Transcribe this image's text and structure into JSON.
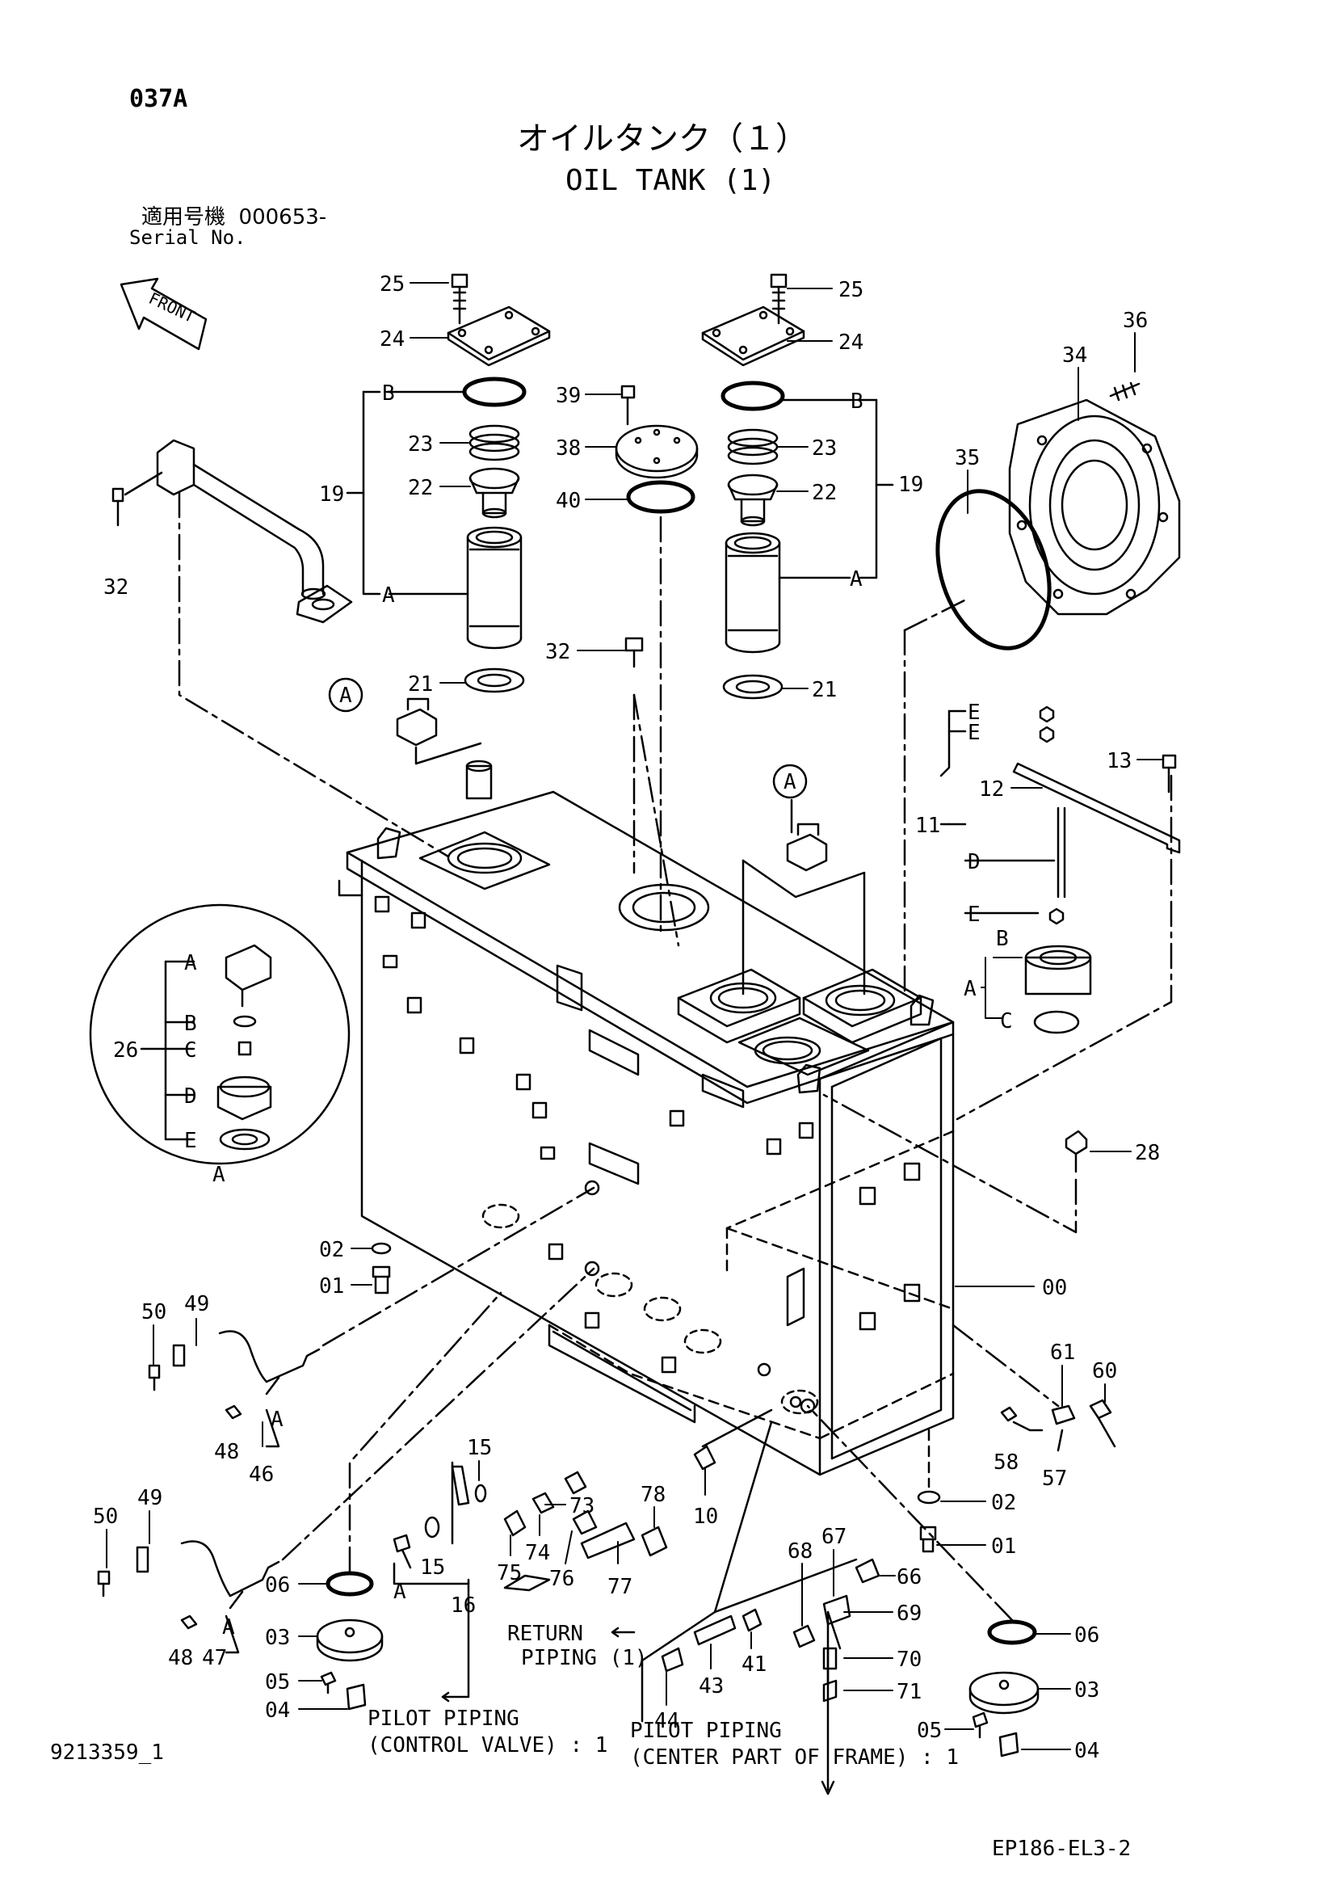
{
  "header": {
    "page_code": "037A",
    "title_jp": "オイルタンク（１）",
    "title_en": "OIL TANK (1)",
    "serial_label_jp": "適用号機",
    "serial_value": "000653-",
    "serial_label_en": "Serial No."
  },
  "front_label": "FRONT",
  "callouts": [
    {
      "id": "c25L",
      "text": "25"
    },
    {
      "id": "c24L",
      "text": "24"
    },
    {
      "id": "c25R",
      "text": "25"
    },
    {
      "id": "c24R",
      "text": "24"
    },
    {
      "id": "c36",
      "text": "36"
    },
    {
      "id": "c34",
      "text": "34"
    },
    {
      "id": "c35",
      "text": "35"
    },
    {
      "id": "cBL",
      "text": "B"
    },
    {
      "id": "c23L",
      "text": "23"
    },
    {
      "id": "c22L",
      "text": "22"
    },
    {
      "id": "c19L",
      "text": "19"
    },
    {
      "id": "cAL",
      "text": "A"
    },
    {
      "id": "c39",
      "text": "39"
    },
    {
      "id": "c38",
      "text": "38"
    },
    {
      "id": "c40",
      "text": "40"
    },
    {
      "id": "cBR",
      "text": "B"
    },
    {
      "id": "c23R",
      "text": "23"
    },
    {
      "id": "c22R",
      "text": "22"
    },
    {
      "id": "c19R",
      "text": "19"
    },
    {
      "id": "cAR",
      "text": "A"
    },
    {
      "id": "c32a",
      "text": "32"
    },
    {
      "id": "c32b",
      "text": "32"
    },
    {
      "id": "c21L",
      "text": "21"
    },
    {
      "id": "c21R",
      "text": "21"
    },
    {
      "id": "cE1",
      "text": "E"
    },
    {
      "id": "cE2",
      "text": "E"
    },
    {
      "id": "c13",
      "text": "13"
    },
    {
      "id": "c12",
      "text": "12"
    },
    {
      "id": "c11",
      "text": "11"
    },
    {
      "id": "cD",
      "text": "D"
    },
    {
      "id": "cE3",
      "text": "E"
    },
    {
      "id": "cB11",
      "text": "B"
    },
    {
      "id": "cA11",
      "text": "A"
    },
    {
      "id": "cC11",
      "text": "C"
    },
    {
      "id": "c26",
      "text": "26"
    },
    {
      "id": "c26A",
      "text": "A"
    },
    {
      "id": "c26B",
      "text": "B"
    },
    {
      "id": "c26C",
      "text": "C"
    },
    {
      "id": "c26D",
      "text": "D"
    },
    {
      "id": "c26E",
      "text": "E"
    },
    {
      "id": "c26Abot",
      "text": "A"
    },
    {
      "id": "c28",
      "text": "28"
    },
    {
      "id": "c02a",
      "text": "02"
    },
    {
      "id": "c01a",
      "text": "01"
    },
    {
      "id": "c00",
      "text": "00"
    },
    {
      "id": "c50a",
      "text": "50"
    },
    {
      "id": "c49a",
      "text": "49"
    },
    {
      "id": "c48a",
      "text": "48"
    },
    {
      "id": "c46",
      "text": "46"
    },
    {
      "id": "cAw1",
      "text": "A"
    },
    {
      "id": "c61",
      "text": "61"
    },
    {
      "id": "c60",
      "text": "60"
    },
    {
      "id": "c58",
      "text": "58"
    },
    {
      "id": "c57",
      "text": "57"
    },
    {
      "id": "c15a",
      "text": "15"
    },
    {
      "id": "c73",
      "text": "73"
    },
    {
      "id": "c10",
      "text": "10"
    },
    {
      "id": "c02b",
      "text": "02"
    },
    {
      "id": "c01b",
      "text": "01"
    },
    {
      "id": "c50b",
      "text": "50"
    },
    {
      "id": "c49b",
      "text": "49"
    },
    {
      "id": "c48b",
      "text": "48"
    },
    {
      "id": "c47",
      "text": "47"
    },
    {
      "id": "cAw2",
      "text": "A"
    },
    {
      "id": "c15b",
      "text": "15"
    },
    {
      "id": "cA16",
      "text": "A"
    },
    {
      "id": "c16",
      "text": "16"
    },
    {
      "id": "c75",
      "text": "75"
    },
    {
      "id": "c74",
      "text": "74"
    },
    {
      "id": "c76",
      "text": "76"
    },
    {
      "id": "c77",
      "text": "77"
    },
    {
      "id": "c78",
      "text": "78"
    },
    {
      "id": "c68",
      "text": "68"
    },
    {
      "id": "c67",
      "text": "67"
    },
    {
      "id": "c66",
      "text": "66"
    },
    {
      "id": "c69",
      "text": "69"
    },
    {
      "id": "c70",
      "text": "70"
    },
    {
      "id": "c71",
      "text": "71"
    },
    {
      "id": "c06a",
      "text": "06"
    },
    {
      "id": "c03a",
      "text": "03"
    },
    {
      "id": "c05a",
      "text": "05"
    },
    {
      "id": "c04a",
      "text": "04"
    },
    {
      "id": "c44",
      "text": "44"
    },
    {
      "id": "c43",
      "text": "43"
    },
    {
      "id": "c41",
      "text": "41"
    },
    {
      "id": "c06b",
      "text": "06"
    },
    {
      "id": "c03b",
      "text": "03"
    },
    {
      "id": "c05b",
      "text": "05"
    },
    {
      "id": "c04b",
      "text": "04"
    },
    {
      "id": "cAcircL",
      "text": "A"
    },
    {
      "id": "cAcircR",
      "text": "A"
    },
    {
      "id": "cA26top",
      "text": "A"
    }
  ],
  "notes": {
    "return_piping_1": "RETURN",
    "return_piping_2": "PIPING (1)",
    "pilot_cv_1": "PILOT PIPING",
    "pilot_cv_2": "(CONTROL VALVE) : 1",
    "pilot_frame_1": "PILOT PIPING",
    "pilot_frame_2": "(CENTER PART OF FRAME) : 1"
  },
  "footer": {
    "doc_id": "9213359_1",
    "sheet_id": "EP186-EL3-2"
  }
}
